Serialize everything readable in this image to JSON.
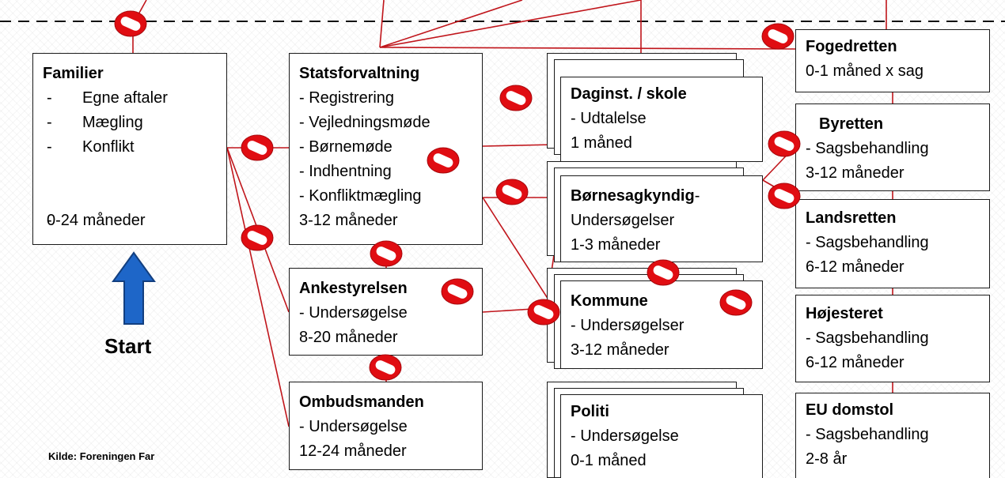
{
  "colors": {
    "connector": "#c0151b",
    "no_sign_fill": "#e00d12",
    "no_sign_bar": "#ffffff",
    "start_arrow_fill": "#1e66c8",
    "start_arrow_stroke": "#123f80",
    "box_border": "#1a1a1a"
  },
  "familier": {
    "title": "Familier",
    "items": [
      "Egne aftaler",
      "Mægling",
      "Konflikt"
    ],
    "duration": "0-24 måneder"
  },
  "statsforvaltning": {
    "title": "Statsforvaltning",
    "lines": [
      "- Registrering",
      "- Vejledningsmøde",
      "- Børnemøde",
      "- Indhentning",
      "- Konfliktmægling",
      "3-12 måneder"
    ]
  },
  "ankestyrelsen": {
    "title": "Ankestyrelsen",
    "lines": [
      "- Undersøgelse",
      "8-20 måneder"
    ]
  },
  "ombudsmanden": {
    "title": "Ombudsmanden",
    "lines": [
      "- Undersøgelse",
      "12-24 måneder"
    ]
  },
  "daginst": {
    "title": "Daginst. / skole",
    "lines": [
      "- Udtalelse",
      "1 måned"
    ]
  },
  "boernesagkyndig": {
    "title": "Børnesagkyndig",
    "title_suffix": "-",
    "lines": [
      "Undersøgelser",
      "1-3 måneder"
    ]
  },
  "kommune": {
    "title": "Kommune",
    "lines": [
      "- Undersøgelser",
      "3-12 måneder"
    ]
  },
  "politi": {
    "title": "Politi",
    "lines": [
      "- Undersøgelse",
      "0-1 måned"
    ]
  },
  "fogedretten": {
    "title": "Fogedretten",
    "lines": [
      "0-1 måned x sag"
    ]
  },
  "byretten": {
    "title": "Byretten",
    "lines": [
      "- Sagsbehandling",
      "3-12 måneder"
    ]
  },
  "landsretten": {
    "title": "Landsretten",
    "lines": [
      "- Sagsbehandling",
      "6-12 måneder"
    ]
  },
  "hoejesteret": {
    "title": "Højesteret",
    "lines": [
      "- Sagsbehandling",
      "6-12 måneder"
    ]
  },
  "eu_domstol": {
    "title": "EU domstol",
    "lines": [
      "- Sagsbehandling",
      "2-8 år"
    ]
  },
  "start_label": "Start",
  "start_arrow_icon": "up-arrow-icon",
  "no_sign_icon": "no-entry-icon",
  "source": "Kilde: Foreningen Far"
}
